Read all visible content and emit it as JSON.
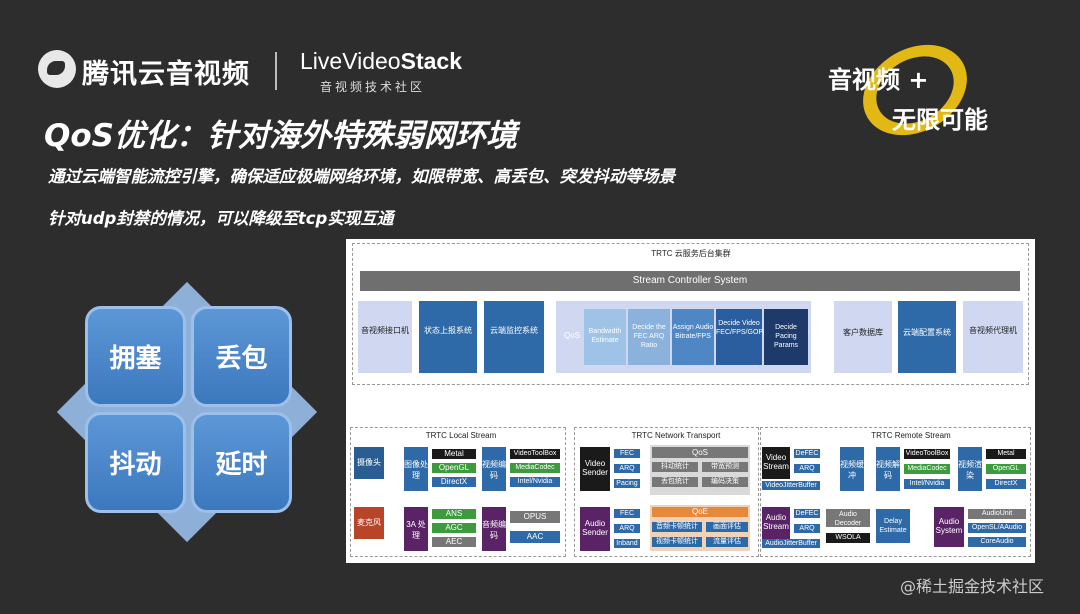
{
  "header": {
    "brand": "腾讯云音视频",
    "lvs_title_a": "LiveVideo",
    "lvs_title_b": "Stack",
    "lvs_sub": "音视频技术社区",
    "slogan1": "音视频 +",
    "slogan2": "无限可能"
  },
  "slide": {
    "title": "QoS优化：针对海外特殊弱网环境",
    "line1": "通过云端智能流控引擎，确保适应极端网络环境，如限带宽、高丢包、突发抖动等场景",
    "line2": "针对udp封禁的情况，可以降级至tcp实现互通"
  },
  "tiles": [
    "拥塞",
    "丢包",
    "抖动",
    "延时"
  ],
  "diagram": {
    "cluster": "TRTC 云服务后台集群",
    "controller": "Stream Controller System",
    "top_boxes": [
      "音视频接口机",
      "状态上报系统",
      "云端监控系统",
      "客户数据库",
      "云端配置系统",
      "音视频代理机"
    ],
    "qos": "QoS",
    "chevrons": [
      "Bandwidth Estimate",
      "Decide the FEC ARQ Ratio",
      "Assign Audio Bitrate/FPS",
      "Decide Video FEC/FPS/GOP/QP/RPS/Sync",
      "Decide Pacing Params"
    ],
    "local": {
      "title": "TRTC Local Stream",
      "camera": "摄像头",
      "mic": "麦克风",
      "img": "图像处理",
      "a3": "3A 处理",
      "venc": "视频编码",
      "aenc": "音频编码",
      "metal": "Metal",
      "opengl": "OpenGL",
      "directx": "DirectX",
      "ans": "ANS",
      "agc": "AGC",
      "aec": "AEC",
      "vtb": "VideoToolBox",
      "mc": "MediaCodec",
      "intel": "Intel/Nvidia",
      "opus": "OPUS",
      "aac": "AAC"
    },
    "net": {
      "title": "TRTC Network Transport",
      "vsend": "Video Sender",
      "asend": "Audio Sender",
      "fec": "FEC",
      "arq": "ARQ",
      "pacing": "Pacing",
      "inband": "Inband",
      "qos": "QoS",
      "qoe": "QoE",
      "q1": "抖动统计",
      "q2": "带宽预测",
      "q3": "丢包统计",
      "q4": "编码决策",
      "e1": "音频卡顿统计",
      "e2": "画面评估",
      "e3": "视频卡顿统计",
      "e4": "流量评估"
    },
    "remote": {
      "title": "TRTC Remote Stream",
      "vstream": "Video Stream",
      "astream": "Audio Stream",
      "defec": "DeFEC",
      "arq": "ARQ",
      "vjb": "VideoJitterBuffer",
      "ajb": "AudioJitterBuffer",
      "adec": "Audio Decoder",
      "wsola": "WSOLA",
      "delay": "Delay Estimate",
      "vbuf": "视频缓冲",
      "vdec": "视频解码",
      "vrender": "视频渲染",
      "asys": "Audio System",
      "audiounit": "AudioUnit",
      "opensl": "OpenSL/AAudio",
      "coreaudio": "CoreAudio",
      "vtb": "VideoToolBox",
      "mc": "MediaCodec",
      "intel": "Intel/Nvidia",
      "metal": "Metal",
      "opengl": "OpenGL",
      "directx": "DirectX"
    }
  },
  "watermark": "@稀土掘金技术社区"
}
